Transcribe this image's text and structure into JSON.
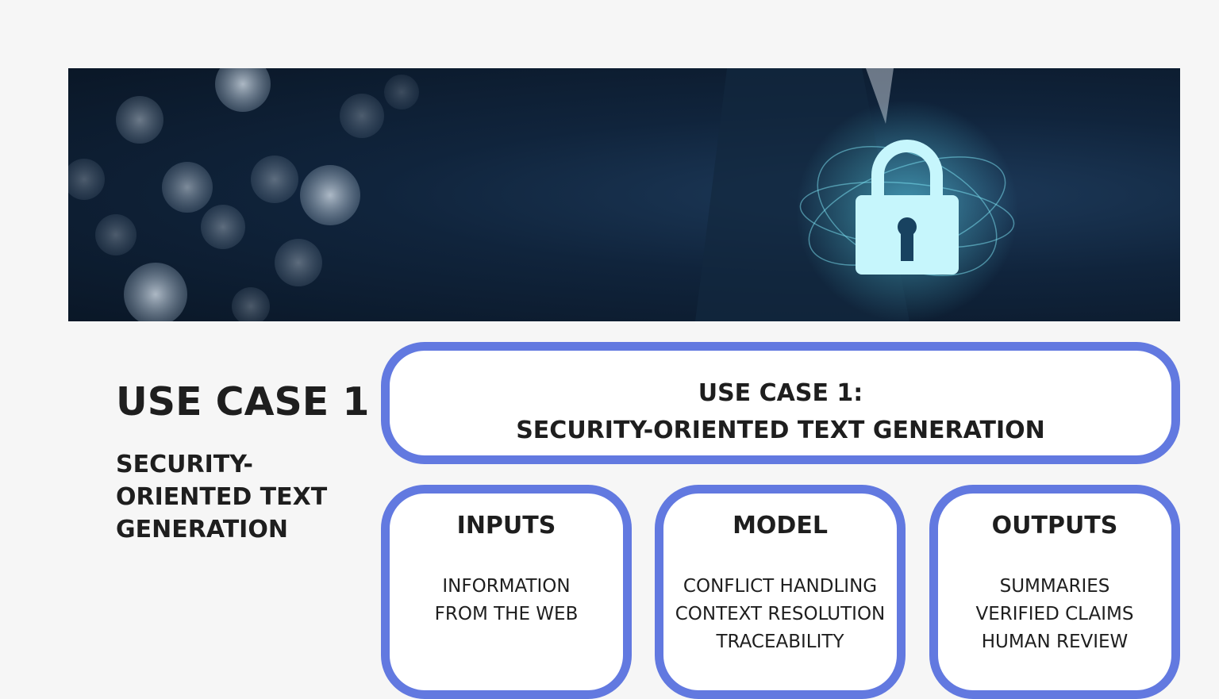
{
  "banner": {
    "image": "security-lock-banner",
    "accent": "#7fe6f5"
  },
  "side": {
    "title": "USE CASE 1",
    "subtitle": "SECURITY-ORIENTED TEXT GENERATION"
  },
  "main_box": {
    "line1": "USE CASE 1:",
    "line2": "SECURITY-ORIENTED TEXT GENERATION"
  },
  "cards": [
    {
      "title": "INPUTS",
      "items": [
        "INFORMATION",
        "FROM THE WEB"
      ]
    },
    {
      "title": "MODEL",
      "items": [
        "CONFLICT HANDLING",
        "CONTEXT RESOLUTION",
        "TRACEABILITY"
      ]
    },
    {
      "title": "OUTPUTS",
      "items": [
        "SUMMARIES",
        "VERIFIED CLAIMS",
        "HUMAN REVIEW"
      ]
    }
  ],
  "colors": {
    "border": "#6279e0",
    "background": "#f6f6f6",
    "text": "#1e1e1e"
  }
}
